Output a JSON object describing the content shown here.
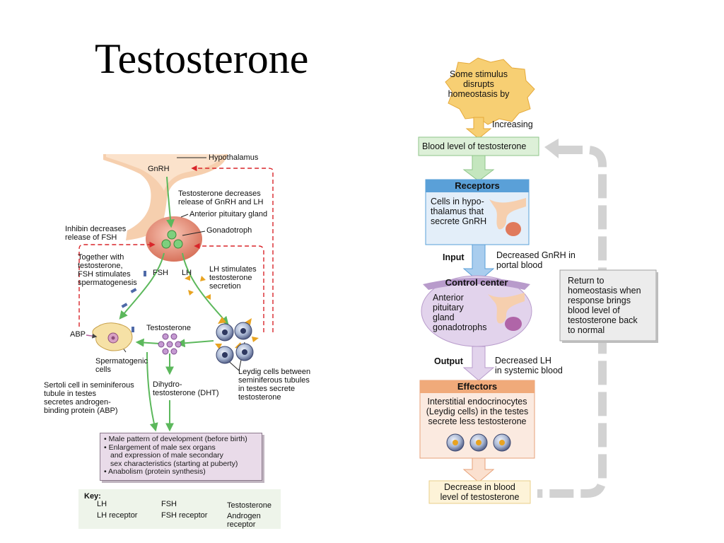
{
  "title": "Testosterone",
  "left_diagram": {
    "hypothalamus": "Hypothalamus",
    "gnrh": "GnRH",
    "testo_decreases": [
      "Testosterone decreases",
      "release of GnRH and LH"
    ],
    "anterior_pituitary": "Anterior pituitary gland",
    "gonadotroph": "Gonadotroph",
    "inhibin": [
      "Inhibin decreases",
      "release of FSH"
    ],
    "together": [
      "Together with",
      "testosterone,",
      "FSH stimulates",
      "spermatogenesis"
    ],
    "fsh": "FSH",
    "lh": "LH",
    "lh_stimulates": [
      "LH stimulates",
      "testosterone",
      "secretion"
    ],
    "abp": "ABP",
    "testosterone": "Testosterone",
    "spermatogenic": [
      "Spermatogenic",
      "cells"
    ],
    "sertoli": [
      "Sertoli cell in seminiferous",
      "tubule in testes",
      "secretes androgen-",
      "binding protein (ABP)"
    ],
    "dht": [
      "Dihydro-",
      "testosterone (DHT)"
    ],
    "leydig": [
      "Leydig cells between",
      "seminiferous tubules",
      "in testes secrete",
      "testosterone"
    ],
    "effects": [
      "• Male pattern of development (before birth)",
      "• Enlargement of male sex organs",
      "and expression of male secondary",
      "sex characteristics (starting at puberty)",
      "• Anabolism (protein synthesis)"
    ],
    "key": {
      "title": "Key:",
      "lh": "LH",
      "lh_receptor": "LH receptor",
      "fsh": "FSH",
      "fsh_receptor": "FSH receptor",
      "testosterone": "Testosterone",
      "androgen_receptor": [
        "Androgen",
        "receptor"
      ]
    }
  },
  "right_diagram": {
    "stimulus": [
      "Some stimulus",
      "disrupts",
      "homeostasis by"
    ],
    "increasing": "Increasing",
    "blood_level": "Blood level of testosterone",
    "receptors": "Receptors",
    "receptors_text": [
      "Cells in hypo-",
      "thalamus that",
      "secrete GnRH"
    ],
    "input": "Input",
    "input_text": [
      "Decreased GnRH in",
      "portal blood"
    ],
    "control_center": "Control center",
    "control_text": [
      "Anterior",
      "pituitary",
      "gland",
      "gonadotrophs"
    ],
    "output": "Output",
    "output_text": [
      "Decreased LH",
      "in systemic blood"
    ],
    "effectors": "Effectors",
    "effectors_text": [
      "Interstitial endocrinocytes",
      "(Leydig cells) in the testes",
      "secrete less testosterone"
    ],
    "decrease": [
      "Decrease in blood",
      "level of testosterone"
    ],
    "return": [
      "Return to",
      "homeostasis when",
      "response brings",
      "blood level of",
      "testosterone back",
      "to normal"
    ]
  },
  "colors": {
    "green_arrow": "#5cb85c",
    "red_dashed": "#d9252a",
    "receptor_blue": "#5aa0d8",
    "control_purple": "#d8c4e3",
    "effector_orange": "#f0aa7a",
    "stimulus_yellow": "#f7cf73",
    "gray_loop": "#d2d2d2"
  }
}
